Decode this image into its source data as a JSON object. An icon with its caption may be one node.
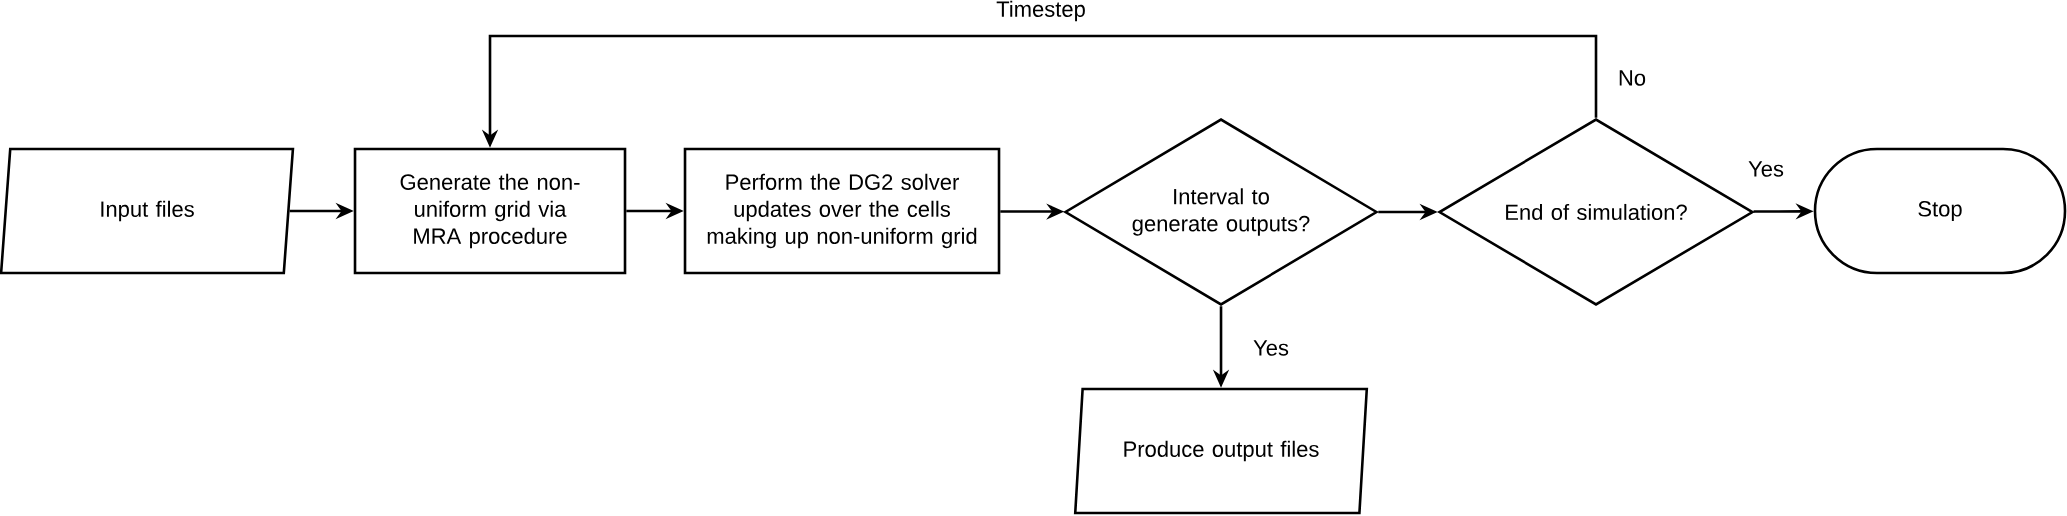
{
  "diagram": {
    "nodes": [
      {
        "text": [
          "Input files"
        ]
      },
      {
        "text": [
          "Generate the non-uniform grid via MRA procedure"
        ]
      },
      {
        "text": [
          "Perform the DG2 solver updates over the cells making up non-uniform grid"
        ]
      },
      {
        "text": [
          "Interval to generate outputs?"
        ]
      },
      {
        "text": [
          "End of simulation?"
        ]
      },
      {
        "text": [
          "Stop"
        ]
      },
      {
        "text": [
          "Produce output files"
        ]
      }
    ],
    "edges": [
      {
        "from": 0,
        "to": 1,
        "arrow": "to"
      },
      {
        "from": 1,
        "to": 2,
        "arrow": "to"
      },
      {
        "from": 2,
        "to": 3,
        "arrow": "to"
      },
      {
        "from": 3,
        "to": 4,
        "arrow": "to"
      },
      {
        "from": 4,
        "to": 5,
        "arrow": "to",
        "label": "Yes"
      },
      {
        "from": 3,
        "to": 6,
        "arrow": "to",
        "label": "Yes"
      },
      {
        "from": 4,
        "to": 1,
        "arrow": "to",
        "label": "No"
      }
    ],
    "labels": [
      "Timestep"
    ]
  }
}
